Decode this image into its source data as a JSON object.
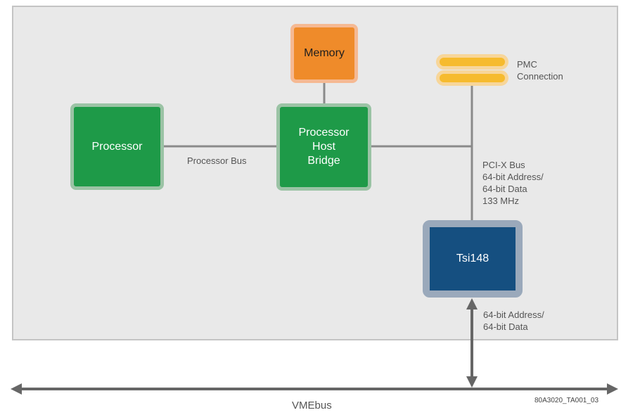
{
  "blocks": {
    "processor": "Processor",
    "memory": "Memory",
    "host_bridge": [
      "Processor",
      "Host",
      "Bridge"
    ],
    "tsi": "Tsi148"
  },
  "labels": {
    "pmc": [
      "PMC",
      "Connection"
    ],
    "processor_bus": "Processor Bus",
    "pcix": [
      "PCI-X Bus",
      "64-bit Address/",
      "64-bit Data",
      "133 MHz"
    ],
    "vme_link": [
      "64-bit Address/",
      "64-bit Data"
    ],
    "vmebus": "VMEbus",
    "figure_id": "80A3020_TA001_03"
  },
  "colors": {
    "green": "#1e9a48",
    "orange": "#ef8b2a",
    "navy": "#154f80",
    "pmc_yellow": "#f6bb2e",
    "wire": "#8a8a8a",
    "arrow": "#666666"
  }
}
